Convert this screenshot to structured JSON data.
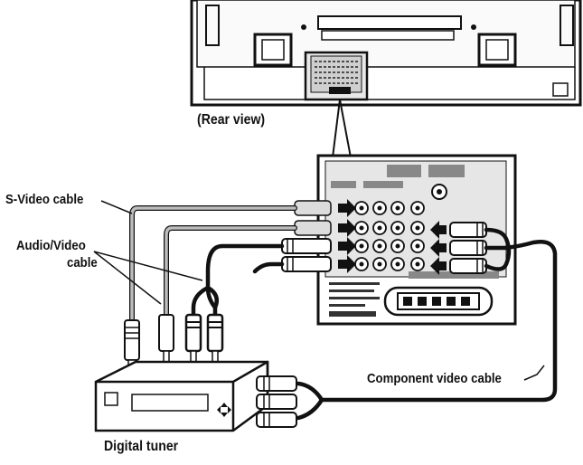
{
  "labels": {
    "rear_view": "(Rear view)",
    "svideo_cable": "S-Video cable",
    "av_cable_line1": "Audio/Video",
    "av_cable_line2": "cable",
    "component_cable": "Component video cable",
    "digital_tuner": "Digital tuner"
  },
  "icons": {
    "tv": "tv-rear-icon",
    "panel": "terminal-panel-icon",
    "tuner": "digital-tuner-icon"
  },
  "colors": {
    "line": "#111111",
    "cable_gray": "#bdbdbd",
    "panel_fill": "#e6e6e6"
  }
}
